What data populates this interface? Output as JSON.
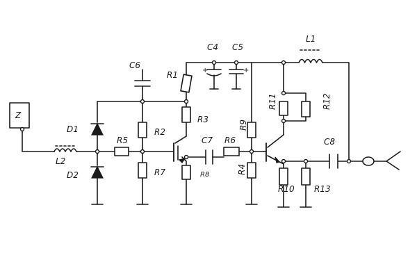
{
  "labels": {
    "source": "Z",
    "d1": "D1",
    "d2": "D2",
    "l1": "L1",
    "l2": "L2",
    "r1": "R1",
    "r2": "R2",
    "r3": "R3",
    "r4": "R4",
    "r5": "R5",
    "r6": "R6",
    "r7": "R7",
    "r8": "R8",
    "r9": "R9",
    "r10": "R10",
    "r11": "R11",
    "r12": "R12",
    "r13": "R13",
    "c4": "C4",
    "c5": "C5",
    "c6": "C6",
    "c7": "C7",
    "c8": "C8"
  },
  "colors": {
    "ink": "#1a1a1a",
    "paper": "#ffffff"
  },
  "icons": {
    "output": "coax-connector-icon",
    "transistors": "transistor-icon"
  }
}
